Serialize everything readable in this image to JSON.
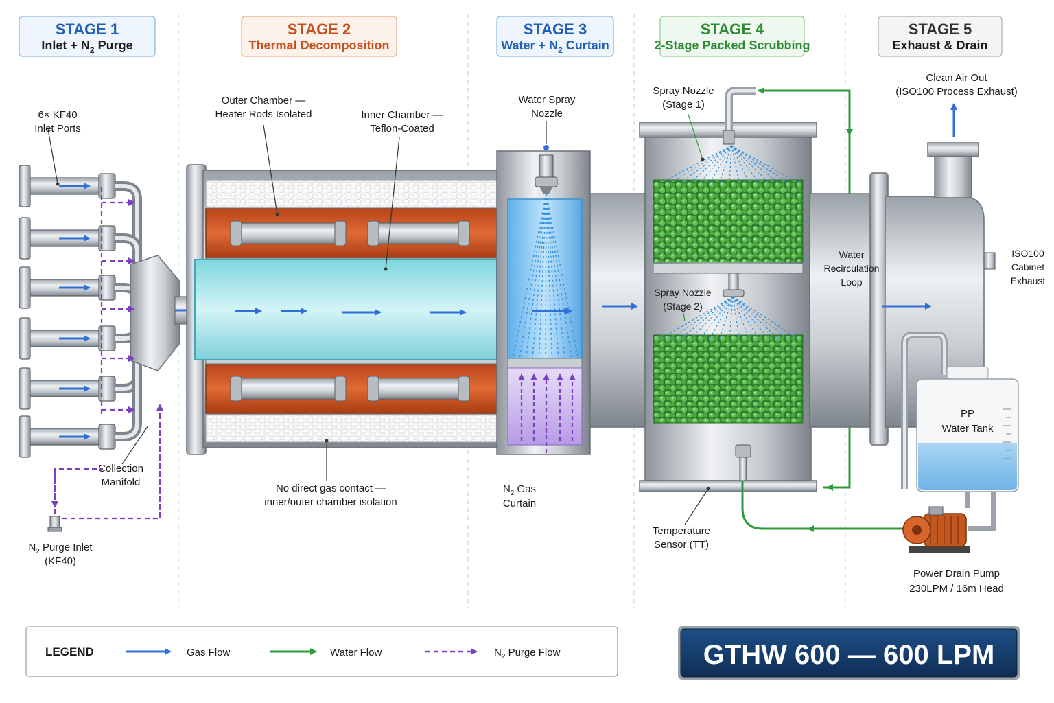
{
  "colors": {
    "gas": "#2f6fd6",
    "water": "#2e9a3c",
    "n2": "#7b3fc4",
    "stage1": "#1f5fb5",
    "stage2": "#c8501e",
    "stage3": "#1f5fb5",
    "stage4": "#2e8a36",
    "stage5": "#333333",
    "banner_bg": "#143a66"
  },
  "stages": [
    {
      "title": "STAGE 1",
      "subtitle": "Inlet + N",
      "subtitle_sub": "2",
      "subtitle_tail": " Purge"
    },
    {
      "title": "STAGE 2",
      "subtitle": "Thermal Decomposition",
      "subtitle_sub": "",
      "subtitle_tail": ""
    },
    {
      "title": "STAGE 3",
      "subtitle": "Water + N",
      "subtitle_sub": "2",
      "subtitle_tail": " Curtain"
    },
    {
      "title": "STAGE 4",
      "subtitle": "2-Stage Packed Scrubbing",
      "subtitle_sub": "",
      "subtitle_tail": ""
    },
    {
      "title": "STAGE 5",
      "subtitle": "Exhaust & Drain",
      "subtitle_sub": "",
      "subtitle_tail": ""
    }
  ],
  "labels": {
    "inlet_ports": [
      "6× KF40",
      "Inlet Ports"
    ],
    "collection_manifold": [
      "Collection",
      "Manifold"
    ],
    "n2_inlet_a": "N",
    "n2_inlet_sub": "2",
    "n2_inlet_b": " Purge Inlet",
    "n2_inlet_c": "(KF40)",
    "outer_chamber": [
      "Outer Chamber —",
      "Heater Rods Isolated"
    ],
    "inner_chamber": [
      "Inner Chamber —",
      "Teflon-Coated"
    ],
    "no_contact": [
      "No direct gas contact —",
      "inner/outer chamber isolation"
    ],
    "water_spray": [
      "Water Spray",
      "Nozzle"
    ],
    "n2_curtain_a": "N",
    "n2_curtain_sub": "2",
    "n2_curtain_b": " Gas",
    "n2_curtain_c": "Curtain",
    "spray1": [
      "Spray Nozzle",
      "(Stage 1)"
    ],
    "spray2": [
      "Spray Nozzle",
      "(Stage 2)"
    ],
    "temp_sensor": [
      "Temperature",
      "Sensor (TT)"
    ],
    "recirc": [
      "Water",
      "Recirculation",
      "Loop"
    ],
    "clean_air": [
      "Clean Air Out",
      "(ISO100 Process Exhaust)"
    ],
    "iso_cabinet": [
      "ISO100",
      "Cabinet",
      "Exhaust"
    ],
    "tank": [
      "PP",
      "Water Tank"
    ],
    "pump": [
      "Power Drain Pump",
      "230LPM / 16m Head"
    ]
  },
  "legend": {
    "title": "LEGEND",
    "gas": "Gas Flow",
    "water": "Water Flow",
    "n2_a": "N",
    "n2_sub": "2",
    "n2_b": " Purge Flow"
  },
  "banner": "GTHW 600 — 600 LPM"
}
